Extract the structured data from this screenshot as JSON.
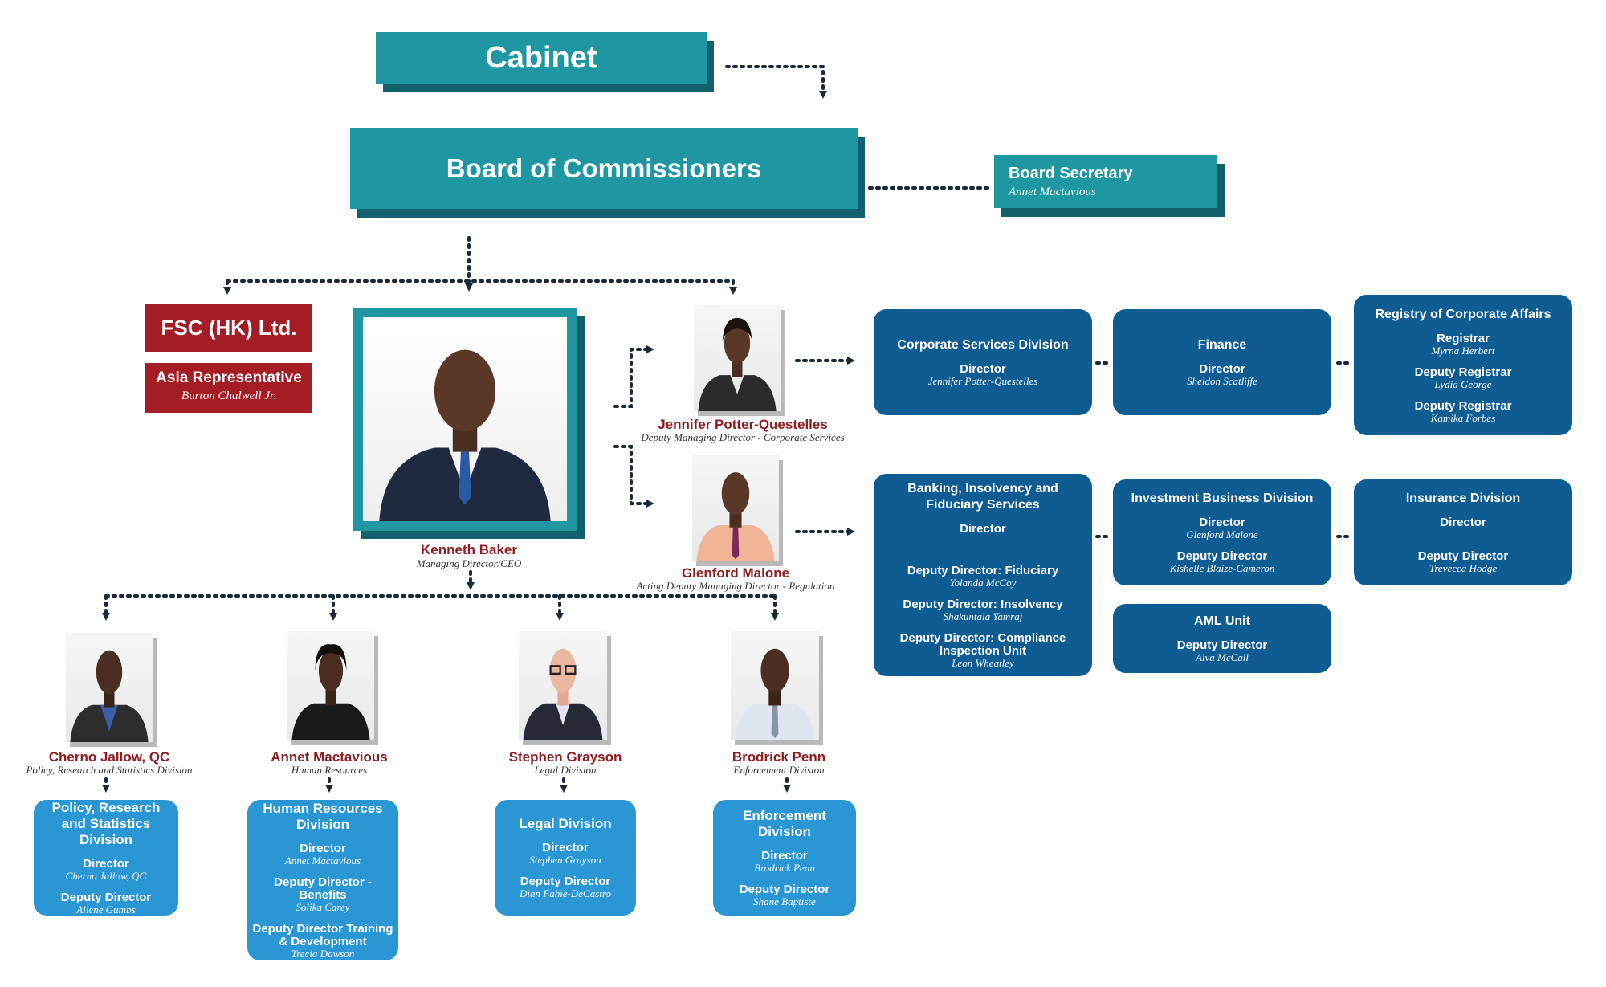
{
  "cabinet": {
    "label": "Cabinet"
  },
  "board": {
    "label": "Board of Commissioners"
  },
  "board_secretary": {
    "title": "Board Secretary",
    "name": "Annet Mactavious"
  },
  "fsc_hk": {
    "title": "FSC (HK) Ltd.",
    "rep_title": "Asia Representative",
    "rep_name": "Burton Chalwell Jr."
  },
  "ceo": {
    "name": "Kenneth Baker",
    "title": "Managing Director/CEO"
  },
  "deputies": [
    {
      "name": "Jennifer Potter-Questelles",
      "title": "Deputy Managing Director - Corporate Services"
    },
    {
      "name": "Glenford Malone",
      "title": "Acting Deputy Managing Director - Regulation"
    }
  ],
  "corporate_divisions": [
    {
      "title": "Corporate Services Division",
      "roles": [
        {
          "role": "Director",
          "name": "Jennifer Potter-Questelles"
        }
      ]
    },
    {
      "title": "Finance",
      "roles": [
        {
          "role": "Director",
          "name": "Sheldon Scatliffe"
        }
      ]
    },
    {
      "title": "Registry of Corporate Affairs",
      "roles": [
        {
          "role": "Registrar",
          "name": "Myrna Herbert"
        },
        {
          "role": "Deputy Registrar",
          "name": "Lydia George"
        },
        {
          "role": "Deputy Registrar",
          "name": "Kamika Forbes"
        }
      ]
    }
  ],
  "regulatory_divisions": [
    {
      "title": "Banking, Insolvency and Fiduciary Services",
      "roles": [
        {
          "role": "Director",
          "name": ""
        },
        {
          "role": "Deputy Director: Fiduciary",
          "name": "Yolanda McCoy"
        },
        {
          "role": "Deputy Director: Insolvency",
          "name": "Shakuntala Yamraj"
        },
        {
          "role": "Deputy Director: Compliance Inspection Unit",
          "name": "Leon Wheatley"
        }
      ]
    },
    {
      "title": "Investment Business Division",
      "roles": [
        {
          "role": "Director",
          "name": "Glenford Malone"
        },
        {
          "role": "Deputy Director",
          "name": "Kishelle Blaize-Cameron"
        }
      ]
    },
    {
      "title": "Insurance Division",
      "roles": [
        {
          "role": "Director",
          "name": ""
        },
        {
          "role": "Deputy Director",
          "name": "Trevecca Hodge"
        }
      ]
    },
    {
      "title": "AML Unit",
      "roles": [
        {
          "role": "Deputy Director",
          "name": "Alva McCall"
        }
      ]
    }
  ],
  "staff": [
    {
      "name": "Cherno Jallow, QC",
      "title": "Policy, Research and Statistics Division"
    },
    {
      "name": "Annet Mactavious",
      "title": "Human Resources"
    },
    {
      "name": "Stephen Grayson",
      "title": "Legal Division"
    },
    {
      "name": "Brodrick Penn",
      "title": "Enforcement Division"
    }
  ],
  "bottom_divisions": [
    {
      "title": "Policy, Research and Statistics Division",
      "roles": [
        {
          "role": "Director",
          "name": "Cherno Jallow, QC"
        },
        {
          "role": "Deputy Director",
          "name": "Allene Gumbs"
        }
      ]
    },
    {
      "title": "Human Resources Division",
      "roles": [
        {
          "role": "Director",
          "name": "Annet Mactavious"
        },
        {
          "role": "Deputy Director - Benefits",
          "name": "Solika Carey"
        },
        {
          "role": "Deputy Director Training & Development",
          "name": "Trecia Dawson"
        }
      ]
    },
    {
      "title": "Legal Division",
      "roles": [
        {
          "role": "Director",
          "name": "Stephen Grayson"
        },
        {
          "role": "Deputy Director",
          "name": "Dian Fahie-DeCastro"
        }
      ]
    },
    {
      "title": "Enforcement Division",
      "roles": [
        {
          "role": "Director",
          "name": "Brodrick Penn"
        },
        {
          "role": "Deputy Director",
          "name": "Shane Baptiste"
        }
      ]
    }
  ],
  "colors": {
    "teal": "#1e97a2",
    "teal_shadow": "#12606b",
    "red": "#a51d24",
    "dark_blue": "#0f5c93",
    "light_blue": "#2a96d4",
    "name_red": "#8b1f22",
    "connector": "#1a2a3a"
  }
}
